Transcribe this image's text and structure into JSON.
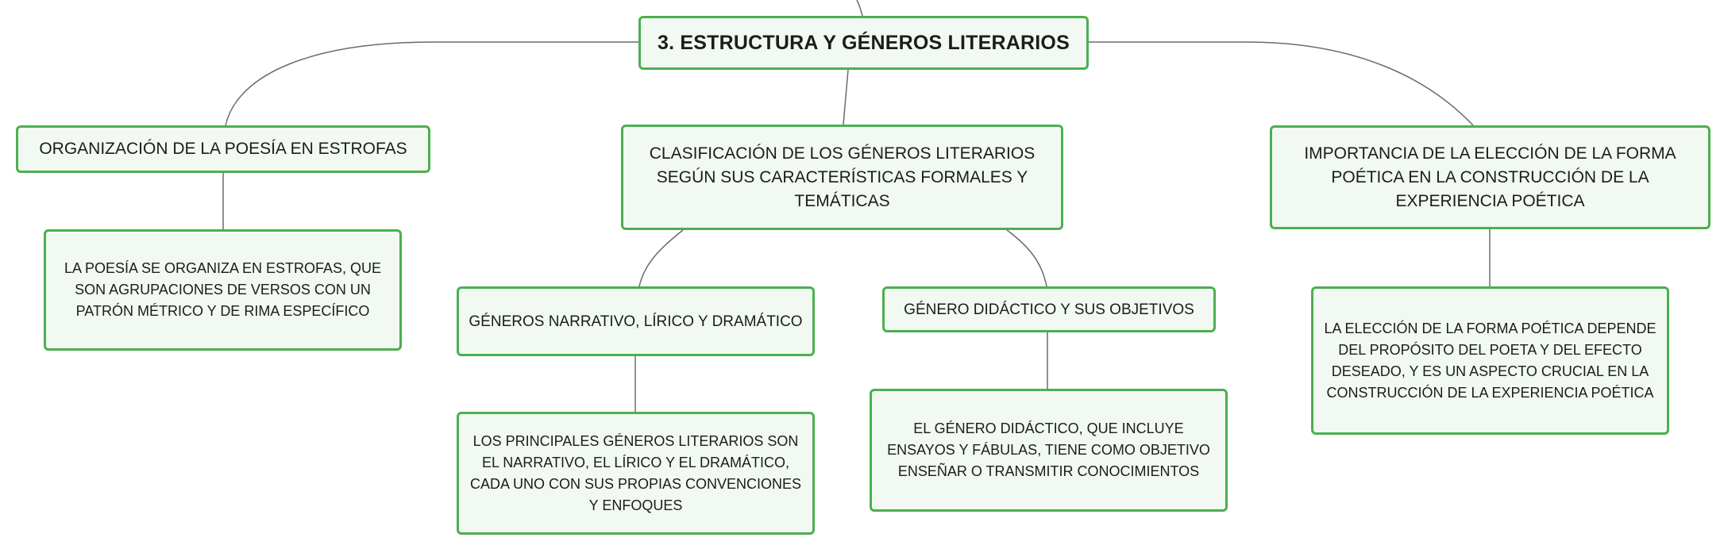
{
  "mindmap": {
    "root": "3. ESTRUCTURA Y GÉNEROS LITERARIOS",
    "branches": [
      {
        "title": "ORGANIZACIÓN DE LA POESÍA EN ESTROFAS",
        "detail": "LA POESÍA SE ORGANIZA EN ESTROFAS, QUE SON AGRUPACIONES DE VERSOS CON UN PATRÓN MÉTRICO Y DE RIMA ESPECÍFICO"
      },
      {
        "title": "CLASIFICACIÓN DE LOS GÉNEROS LITERARIOS SEGÚN SUS CARACTERÍSTICAS FORMALES Y TEMÁTICAS",
        "children": [
          {
            "title": "GÉNEROS NARRATIVO, LÍRICO Y DRAMÁTICO",
            "detail": "LOS PRINCIPALES GÉNEROS LITERARIOS SON EL NARRATIVO, EL LÍRICO Y EL DRAMÁTICO, CADA UNO CON SUS PROPIAS CONVENCIONES Y ENFOQUES"
          },
          {
            "title": "GÉNERO DIDÁCTICO Y SUS OBJETIVOS",
            "detail": "EL GÉNERO DIDÁCTICO, QUE INCLUYE ENSAYOS Y FÁBULAS, TIENE COMO OBJETIVO ENSEÑAR O TRANSMITIR CONOCIMIENTOS"
          }
        ]
      },
      {
        "title": "IMPORTANCIA DE LA ELECCIÓN DE LA FORMA POÉTICA EN LA CONSTRUCCIÓN DE LA EXPERIENCIA POÉTICA",
        "detail": "LA ELECCIÓN DE LA FORMA POÉTICA DEPENDE DEL PROPÓSITO DEL POETA Y DEL EFECTO DESEADO, Y ES UN ASPECTO CRUCIAL EN LA CONSTRUCCIÓN DE LA EXPERIENCIA POÉTICA"
      }
    ]
  },
  "colors": {
    "node_border": "#4caf50",
    "node_fill": "#f1f9f2",
    "connector": "#6b6b6b",
    "text": "#1c1c1c"
  }
}
